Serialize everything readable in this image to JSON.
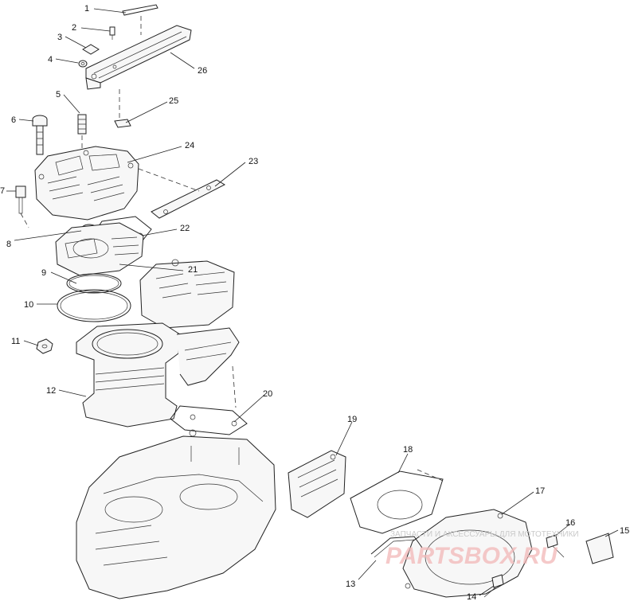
{
  "callouts": {
    "c1": "1",
    "c2": "2",
    "c3": "3",
    "c4": "4",
    "c5": "5",
    "c6": "6",
    "c7": "7",
    "c8": "8",
    "c9": "9",
    "c10": "10",
    "c11": "11",
    "c12": "12",
    "c13": "13",
    "c14": "14",
    "c15": "15",
    "c16": "16",
    "c17": "17",
    "c18": "18",
    "c19": "19",
    "c20": "20",
    "c21": "21",
    "c22": "22",
    "c23": "23",
    "c24": "24",
    "c25": "25",
    "c26": "26"
  },
  "watermark": {
    "caption": "ЗАПЧАСТИ И АКСЕССУАРЫ ДЛЯ МОТОТЕХНИКИ",
    "logo": "PARTSBOX.RU",
    "color": "#e06060"
  }
}
